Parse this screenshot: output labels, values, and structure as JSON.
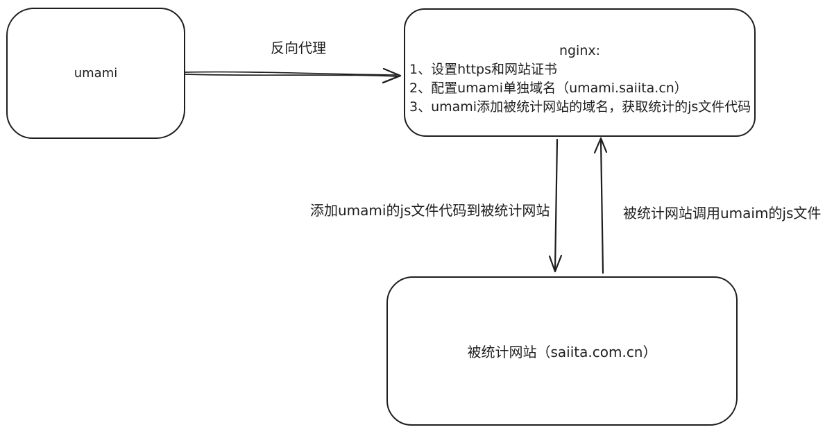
{
  "diagram": {
    "title": "umami analytics deployment flow",
    "colors": {
      "stroke": "#1e1e1e",
      "background": "#ffffff"
    },
    "nodes": {
      "umami": {
        "label": "umami"
      },
      "nginx": {
        "lines": [
          "nginx:",
          "1、设置https和网站证书",
          "2、配置umami单独域名（umami.saiita.cn）",
          "3、umami添加被统计网站的域名，获取统计的js文件代码"
        ]
      },
      "site": {
        "label": "被统计网站（saiita.com.cn）"
      }
    },
    "edges": {
      "reverse_proxy": {
        "label": "反向代理",
        "from": "umami",
        "to": "nginx"
      },
      "add_js": {
        "label": "添加umami的js文件代码到被统计网站",
        "from": "nginx",
        "to": "site"
      },
      "call_js": {
        "label": "被统计网站调用umaim的js文件",
        "from": "site",
        "to": "nginx"
      }
    }
  }
}
